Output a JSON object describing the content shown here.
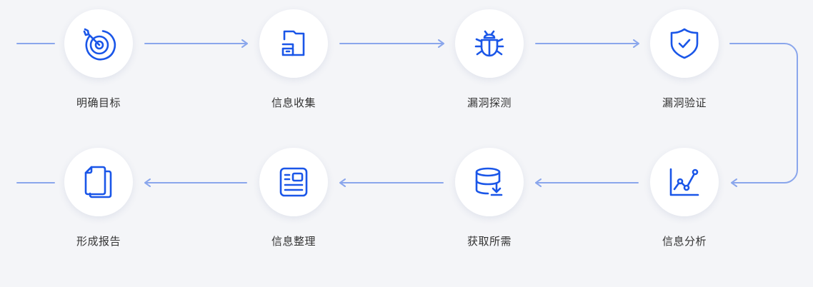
{
  "colors": {
    "accent": "#1a56e8",
    "connector": "#8aa6ec",
    "background": "#f4f5f8",
    "label": "#333333"
  },
  "steps": [
    {
      "label": "明确目标",
      "icon": "target-icon"
    },
    {
      "label": "信息收集",
      "icon": "collect-icon"
    },
    {
      "label": "漏洞探测",
      "icon": "bug-icon"
    },
    {
      "label": "漏洞验证",
      "icon": "shield-check-icon"
    },
    {
      "label": "信息分析",
      "icon": "chart-analysis-icon"
    },
    {
      "label": "获取所需",
      "icon": "database-download-icon"
    },
    {
      "label": "信息整理",
      "icon": "id-card-icon"
    },
    {
      "label": "形成报告",
      "icon": "documents-icon"
    }
  ]
}
